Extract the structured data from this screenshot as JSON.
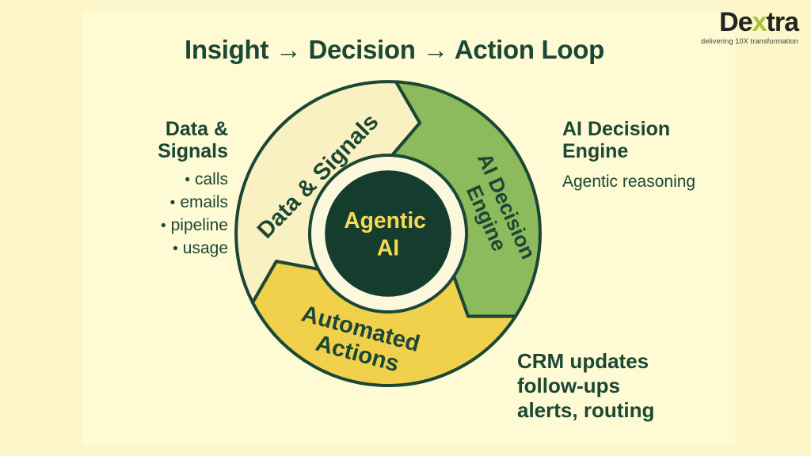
{
  "theme": {
    "bg_outer": "#FDF6CA",
    "bg_panel": "#FEFAD3",
    "dark_green": "#1B4735",
    "logo_black": "#232320",
    "logo_green": "#A5C33C",
    "tagline_gray": "#3C3C38"
  },
  "logo": {
    "prefix": "De",
    "accent": "x",
    "suffix": "tra",
    "tagline": "delivering 10X transformation"
  },
  "title": {
    "text": "Insight → Decision → Action Loop"
  },
  "left_panel": {
    "heading_line1": "Data &",
    "heading_line2": "Signals",
    "bullet_char": "•",
    "bullets": [
      "calls",
      "emails",
      "pipeline",
      "usage"
    ]
  },
  "right_panel": {
    "heading_line1": "AI Decision",
    "heading_line2": "Engine",
    "subtext": "Agentic reasoning"
  },
  "bottom_panel": {
    "lines": [
      "CRM updates",
      "follow-ups",
      "alerts, routing"
    ]
  },
  "diagram": {
    "ring_color": "#FCF8DD",
    "outline_color": "#1B4735",
    "center": {
      "line1": "Agentic",
      "line2": "AI",
      "text_color": "#F7D852",
      "circle_color": "#153D2D"
    },
    "segments": [
      {
        "id": "data-signals",
        "label": "Data & Signals",
        "color": "#F9F1C1"
      },
      {
        "id": "ai-decision-engine",
        "label_line1": "AI Decision",
        "label_line2": "Engine",
        "color": "#8CBA5C"
      },
      {
        "id": "automated-actions",
        "label_line1": "Automated",
        "label_line2": "Actions",
        "color": "#F1D04B"
      }
    ]
  }
}
